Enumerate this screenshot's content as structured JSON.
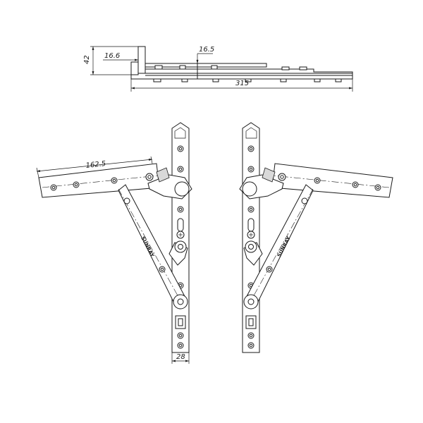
{
  "drawing": {
    "dimensions": {
      "height": "42",
      "offset": "16.6",
      "thickness": "16.5",
      "length": "315",
      "arm_length": "162.5",
      "width": "28"
    },
    "brand_mark": "SUNRAY"
  }
}
